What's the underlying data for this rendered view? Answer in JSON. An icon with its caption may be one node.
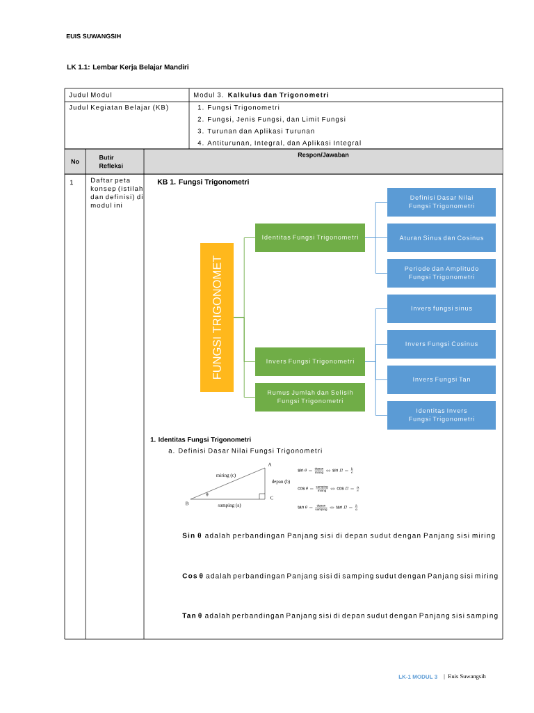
{
  "diagram": {
    "title": "LK 1.1: Lembar Kerja Belajar Mandiri",
    "nodes": [
      {
        "text": [
          "FUNGSI TRIGONOMET"
        ]
      },
      {
        "text": [
          "Identitas Fungsi Trigonometri"
        ]
      },
      {
        "text": [
          "Definisi Dasar Nilai Fungsi Trigonometri"
        ]
      },
      {
        "text": [
          "Aturan Sinus dan Cosinus"
        ]
      },
      {
        "text": [
          "Periode dan Amplitudo Fungsi Trigonometri"
        ]
      },
      {
        "text": [
          "Invers Fungsi Trigonometri"
        ]
      },
      {
        "text": [
          "Rumus Jumlah dan Selisih Fungsi Trigonometri"
        ]
      },
      {
        "text": [
          "Invers fungsi sinus"
        ]
      },
      {
        "text": [
          "Invers Fungsi Cosinus"
        ]
      },
      {
        "text": [
          "Invers Fungsi Tan"
        ]
      },
      {
        "text": [
          "Identitas Invers Fungsi Trigonometri"
        ]
      }
    ],
    "edges": [
      {
        "from": 0,
        "to": 1,
        "arrow": "none",
        "color": "#70ad47"
      },
      {
        "from": 1,
        "to": 2,
        "arrow": "none"
      },
      {
        "from": 1,
        "to": 3,
        "arrow": "none"
      },
      {
        "from": 1,
        "to": 4,
        "arrow": "none"
      },
      {
        "from": 0,
        "to": 5,
        "arrow": "none",
        "color": "#70ad47"
      },
      {
        "from": 0,
        "to": 6,
        "arrow": "none",
        "color": "#70ad47"
      },
      {
        "from": 5,
        "to": 7,
        "arrow": "none"
      },
      {
        "from": 5,
        "to": 8,
        "arrow": "none"
      },
      {
        "from": 5,
        "to": 9,
        "arrow": "none"
      },
      {
        "from": 5,
        "to": 10,
        "arrow": "none"
      }
    ],
    "labels": [
      "EUIS SUWANGSIH",
      "Judul Modul",
      "Modul 3. **Kalkulus dan Trigonometri**",
      "Judul Kegiatan Belajar (KB)",
      "1. Fungsi Trigonometri",
      "2. Fungsi, Jenis Fungsi, dan Limit Fungsi",
      "3. Turunan dan Aplikasi Turunan",
      "4. Antiturunan, Integral, dan Aplikasi Integral",
      "No",
      "Butir Refleksi",
      "Respon/Jawaban",
      "1",
      "Daftar peta konsep (istilah dan definisi) di modul ini",
      "KB 1. Fungsi Trigonometri",
      "1. Identitas Fungsi Trigonometri",
      "a. Definisi Dasar Nilai Fungsi Trigonometri",
      "A",
      "B",
      "C",
      "miring (c)",
      "depan (b)",
      "samping (a)",
      "θ",
      "\\sin\\theta=\\frac{\\mathrm{depan}}{\\mathrm{miring}}\\Leftrightarrow\\sin B=\\frac{b}{c}",
      "\\cos\\theta=\\frac{\\mathrm{samping}}{\\mathrm{miring}}\\Leftrightarrow\\cos B=\\frac{a}{c}",
      "\\tan\\theta=\\frac{\\mathrm{depan}}{\\mathrm{samping}}\\Leftrightarrow\\tan B=\\frac{b}{a}",
      "**Sin θ** adalah perbandingan Panjang sisi di depan sudut dengan Panjang sisi miring",
      "**Cos θ** adalah perbandingan Panjang sisi di samping sudut dengan Panjang sisi miring",
      "**Tan θ** adalah perbandingan Panjang sisi di depan sudut dengan Panjang sisi samping",
      "LK-1 MODUL 3",
      "|",
      "Euis Suwangsih"
    ]
  }
}
